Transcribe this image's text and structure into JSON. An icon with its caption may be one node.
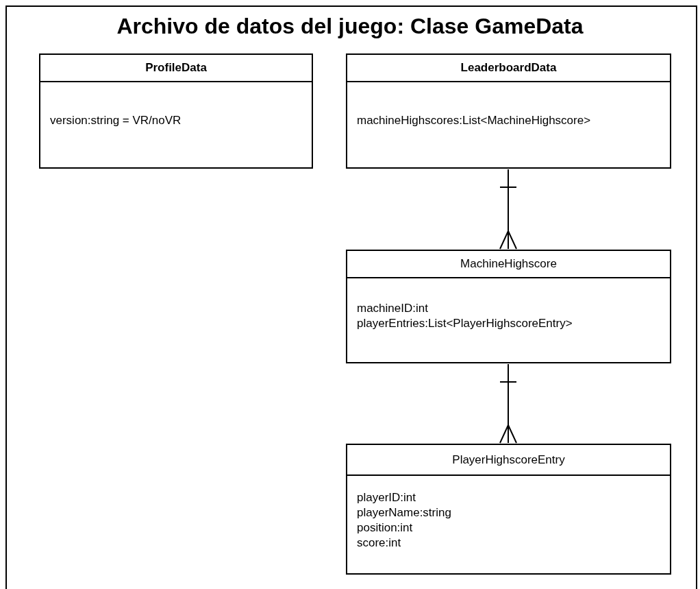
{
  "diagram": {
    "title": "Archivo de datos del juego: Clase GameData",
    "nodes": [
      {
        "text": [
          "ProfileData",
          "version:string = VR/noVR"
        ]
      },
      {
        "text": [
          "LeaderboardData",
          "machineHighscores:List<MachineHighscore>"
        ]
      },
      {
        "text": [
          "MachineHighscore",
          "machineID:int",
          "playerEntries:List<PlayerHighscoreEntry>"
        ]
      },
      {
        "text": [
          "PlayerHighscoreEntry",
          "playerID:int",
          "playerName:string",
          "position:int",
          "score:int"
        ]
      }
    ],
    "edges": [
      {
        "from": 1,
        "to": 2,
        "arrow": "other"
      },
      {
        "from": 2,
        "to": 3,
        "arrow": "other"
      }
    ]
  }
}
